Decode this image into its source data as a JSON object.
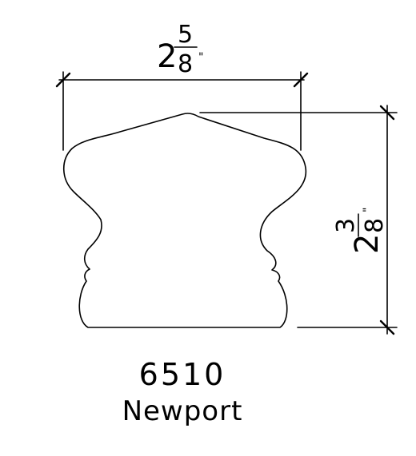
{
  "width_dimension": {
    "whole": "2",
    "numerator": "5",
    "denominator": "8",
    "unit_mark": "\""
  },
  "height_dimension": {
    "whole": "2",
    "numerator": "3",
    "denominator": "8",
    "unit_mark": "\""
  },
  "part": {
    "number": "6510",
    "name": "Newport"
  }
}
